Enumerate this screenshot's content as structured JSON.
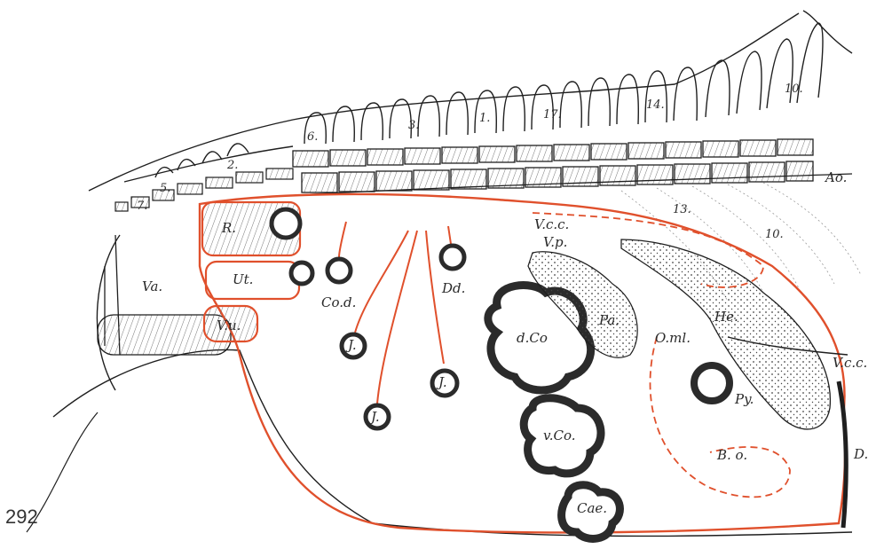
{
  "figure_number": "292",
  "colors": {
    "outline": "#1f1f1f",
    "peritoneum": "#e0502c",
    "organ_wall": "#2b2b2b",
    "organ_fill": "#ffffff"
  },
  "vertebra_numbers": [
    "7.",
    "5.",
    "2.",
    "6.",
    "3.",
    "1.",
    "17.",
    "14.",
    "10."
  ],
  "rib_numbers": [
    "13.",
    "10."
  ],
  "labels": {
    "ao": "Ao.",
    "vcc_top": "V.c.c.",
    "vp": "V.p.",
    "vcc_right": "V.c.c.",
    "r": "R.",
    "ut": "Ut.",
    "va": "Va.",
    "vu": "V.u.",
    "cod": "Co.d.",
    "dd": "Dd.",
    "j1": "J.",
    "j2": "J.",
    "j3": "J.",
    "dco": "d.Co",
    "vco": "v.Co.",
    "cae": "Cae.",
    "pa": "Pa.",
    "he": "He.",
    "oml": "O.ml.",
    "py": "Py.",
    "bo": "B. o.",
    "d": "D."
  }
}
